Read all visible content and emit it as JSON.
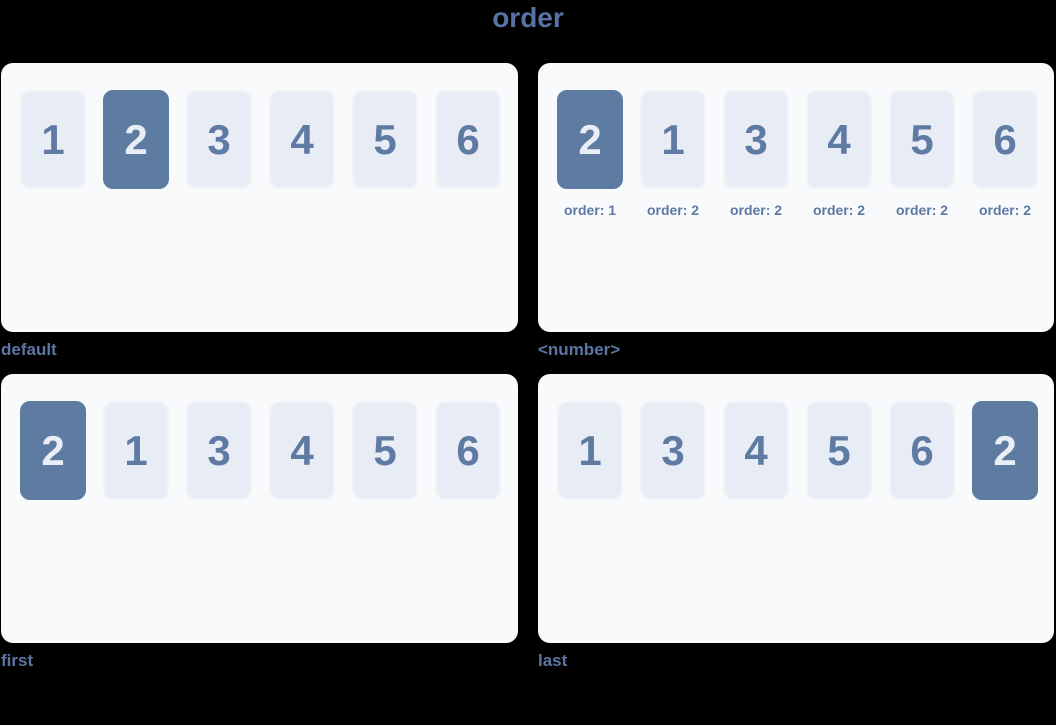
{
  "page": {
    "title": "order"
  },
  "colors": {
    "page_bg": "#000000",
    "panel_bg": "#f8fafc",
    "box_bg": "#e8edf5",
    "box_border": "#f0f4f9",
    "box_text": "#5f7aa3",
    "highlight_bg": "#5e7ba1",
    "highlight_text": "#e9eef6",
    "title_color": "#5872a3",
    "label_color": "#5b76a3",
    "order_label_color": "#5d78a2"
  },
  "panels": [
    {
      "id": "default",
      "label": "default",
      "items": [
        {
          "value": "1",
          "highlight": false
        },
        {
          "value": "2",
          "highlight": true
        },
        {
          "value": "3",
          "highlight": false
        },
        {
          "value": "4",
          "highlight": false
        },
        {
          "value": "5",
          "highlight": false
        },
        {
          "value": "6",
          "highlight": false
        }
      ]
    },
    {
      "id": "number",
      "label": "<number>",
      "items": [
        {
          "value": "2",
          "highlight": true,
          "order_label": "order: 1"
        },
        {
          "value": "1",
          "highlight": false,
          "order_label": "order: 2"
        },
        {
          "value": "3",
          "highlight": false,
          "order_label": "order: 2"
        },
        {
          "value": "4",
          "highlight": false,
          "order_label": "order: 2"
        },
        {
          "value": "5",
          "highlight": false,
          "order_label": "order: 2"
        },
        {
          "value": "6",
          "highlight": false,
          "order_label": "order: 2"
        }
      ]
    },
    {
      "id": "first",
      "label": "first",
      "items": [
        {
          "value": "2",
          "highlight": true
        },
        {
          "value": "1",
          "highlight": false
        },
        {
          "value": "3",
          "highlight": false
        },
        {
          "value": "4",
          "highlight": false
        },
        {
          "value": "5",
          "highlight": false
        },
        {
          "value": "6",
          "highlight": false
        }
      ]
    },
    {
      "id": "last",
      "label": "last",
      "items": [
        {
          "value": "1",
          "highlight": false
        },
        {
          "value": "3",
          "highlight": false
        },
        {
          "value": "4",
          "highlight": false
        },
        {
          "value": "5",
          "highlight": false
        },
        {
          "value": "6",
          "highlight": false
        },
        {
          "value": "2",
          "highlight": true
        }
      ]
    }
  ]
}
